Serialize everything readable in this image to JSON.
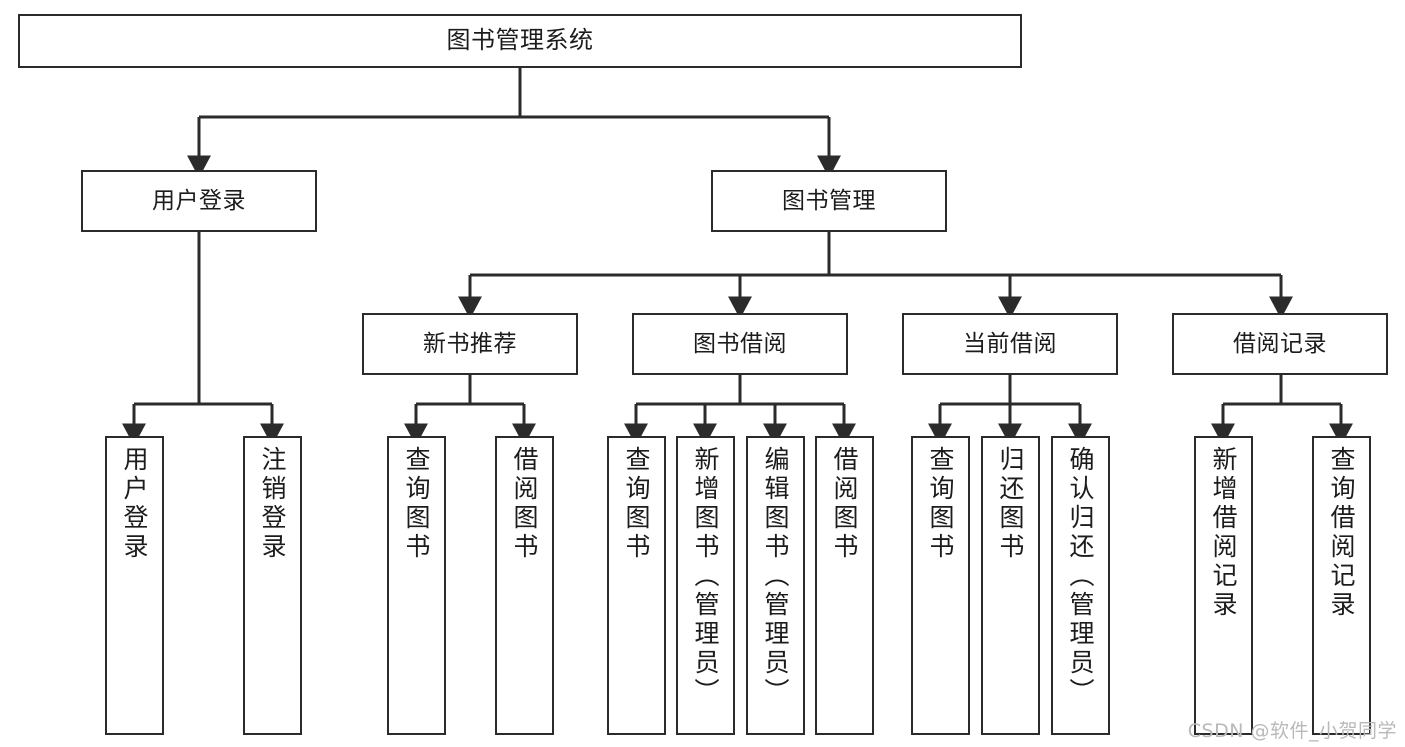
{
  "diagram": {
    "title": "图书管理系统",
    "type": "tree-hierarchy-diagram",
    "watermark": "CSDN @软件_小贺同学",
    "colors": {
      "box_border": "#2b2b2b",
      "box_fill": "#ffffff",
      "connector": "#2b2b2b",
      "text": "#1c1c1c",
      "watermark": "#b9b9b9",
      "background": "#ffffff"
    }
  },
  "nodes": {
    "root": {
      "label": "图书管理系统"
    },
    "level2": [
      {
        "label": "用户登录"
      },
      {
        "label": "图书管理"
      }
    ],
    "level3": [
      {
        "label": "新书推荐"
      },
      {
        "label": "图书借阅"
      },
      {
        "label": "当前借阅"
      },
      {
        "label": "借阅记录"
      }
    ],
    "leaves": [
      {
        "label": "用户登录"
      },
      {
        "label": "注销登录"
      },
      {
        "label": "查询图书"
      },
      {
        "label": "借阅图书"
      },
      {
        "label": "查询图书"
      },
      {
        "label": "新增图书（管理员）"
      },
      {
        "label": "编辑图书（管理员）"
      },
      {
        "label": "借阅图书"
      },
      {
        "label": "查询图书"
      },
      {
        "label": "归还图书"
      },
      {
        "label": "确认归还（管理员）"
      },
      {
        "label": "新增借阅记录"
      },
      {
        "label": "查询借阅记录"
      }
    ]
  },
  "tree": {
    "name": "图书管理系统",
    "children": [
      {
        "name": "用户登录",
        "children": [
          {
            "name": "用户登录"
          },
          {
            "name": "注销登录"
          }
        ]
      },
      {
        "name": "图书管理",
        "children": [
          {
            "name": "新书推荐",
            "children": [
              {
                "name": "查询图书"
              },
              {
                "name": "借阅图书"
              }
            ]
          },
          {
            "name": "图书借阅",
            "children": [
              {
                "name": "查询图书"
              },
              {
                "name": "新增图书（管理员）"
              },
              {
                "name": "编辑图书（管理员）"
              },
              {
                "name": "借阅图书"
              }
            ]
          },
          {
            "name": "当前借阅",
            "children": [
              {
                "name": "查询图书"
              },
              {
                "name": "归还图书"
              },
              {
                "name": "确认归还（管理员）"
              }
            ]
          },
          {
            "name": "借阅记录",
            "children": [
              {
                "name": "新增借阅记录"
              },
              {
                "name": "查询借阅记录"
              }
            ]
          }
        ]
      }
    ]
  }
}
